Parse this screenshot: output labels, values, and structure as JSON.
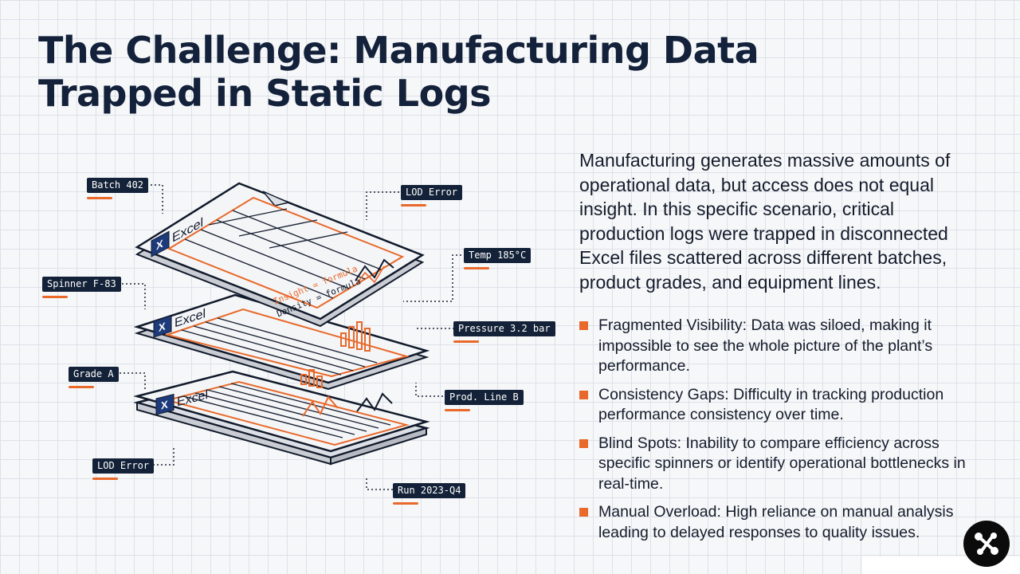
{
  "title": {
    "line1": "The Challenge: Manufacturing Data",
    "line2": "Trapped in Static Logs"
  },
  "intro": "Manufacturing generates massive amounts of operational data, but access does not equal insight. In this specific scenario, critical production logs were trapped in disconnected Excel files scattered across different batches, product grades, and equipment lines.",
  "bullets": [
    "Fragmented Visibility: Data was siloed, making it impossible to see the whole picture of the plant’s performance.",
    "Consistency Gaps: Difficulty in tracking production performance consistency over time.",
    "Blind Spots: Inability to compare efficiency across specific spinners or identify operational bottlenecks in real-time.",
    "Manual Overload: High reliance on manual analysis leading to delayed responses to quality issues."
  ],
  "illustration": {
    "sheet_label": "Excel",
    "formula1": "Insight = formula",
    "formula2": "Density = formula",
    "tags": {
      "batch": "Batch 402",
      "lod_top": "LOD Error",
      "temp": "Temp 185°C",
      "spinner": "Spinner F-83",
      "pressure": "Pressure 3.2 bar",
      "grade": "Grade A",
      "line": "Prod. Line B",
      "lod_bottom": "LOD Error",
      "run": "Run 2023-Q4"
    }
  },
  "colors": {
    "accent": "#e8692a",
    "navy": "#132238",
    "background": "#f6f7f9",
    "grid": "#dde1e8"
  },
  "icons": {
    "sheet": "excel-logo-icon",
    "brand": "brand-network-icon"
  }
}
